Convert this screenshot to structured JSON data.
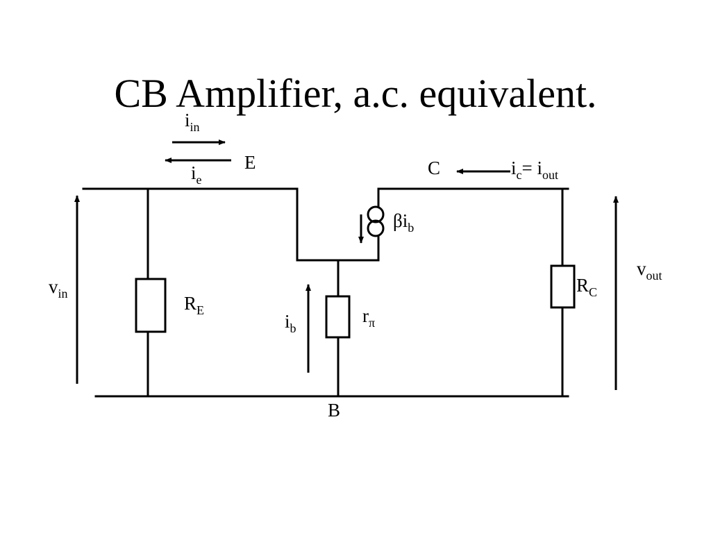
{
  "title": "CB Amplifier, a.c. equivalent.",
  "labels": {
    "i_in": {
      "main": "i",
      "sub": "in"
    },
    "i_e": {
      "main": "i",
      "sub": "e"
    },
    "E": {
      "main": "E"
    },
    "C": {
      "main": "C"
    },
    "B": {
      "main": "B"
    },
    "i_c_eq": {
      "main": "i",
      "sub": "c",
      "eq": "= i",
      "sub2": "out"
    },
    "beta_ib": {
      "main": "βi",
      "sub": "b"
    },
    "v_in": {
      "main": "v",
      "sub": "in"
    },
    "R_E": {
      "main": "R",
      "sub": "E"
    },
    "i_b": {
      "main": "i",
      "sub": "b"
    },
    "r_pi": {
      "main": "r",
      "sub": "π"
    },
    "R_C": {
      "main": "R",
      "sub": "C"
    },
    "v_out": {
      "main": "v",
      "sub": "out"
    }
  },
  "colors": {
    "stroke": "#000000",
    "background": "#ffffff"
  }
}
